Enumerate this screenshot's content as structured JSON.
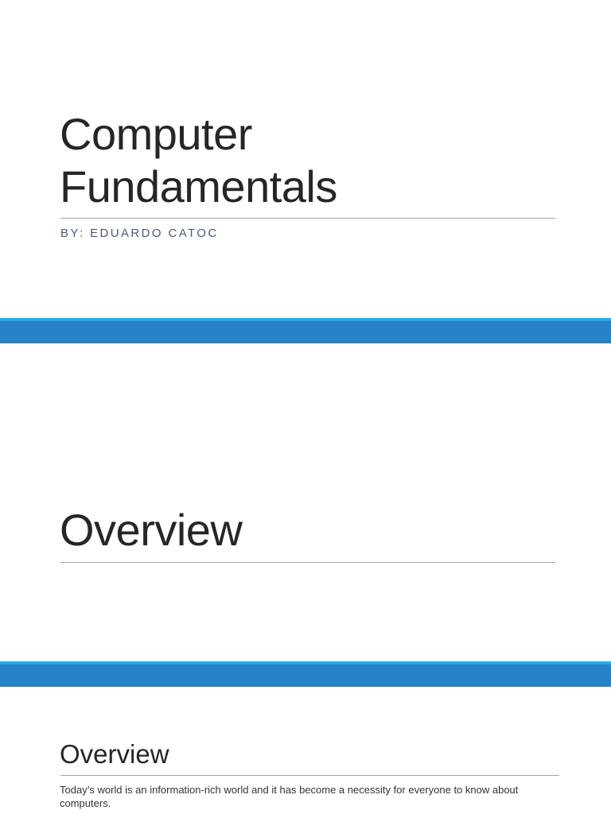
{
  "slides": [
    {
      "title_line1": "Computer",
      "title_line2": "Fundamentals",
      "subtitle": "BY: EDUARDO CATOC"
    },
    {
      "title": "Overview"
    },
    {
      "title": "Overview",
      "body": "Today’s world is an information-rich world and it has become a necessity for everyone to know about computers."
    }
  ],
  "colors": {
    "band": "#2683c6",
    "band_highlight": "#29abe2"
  }
}
